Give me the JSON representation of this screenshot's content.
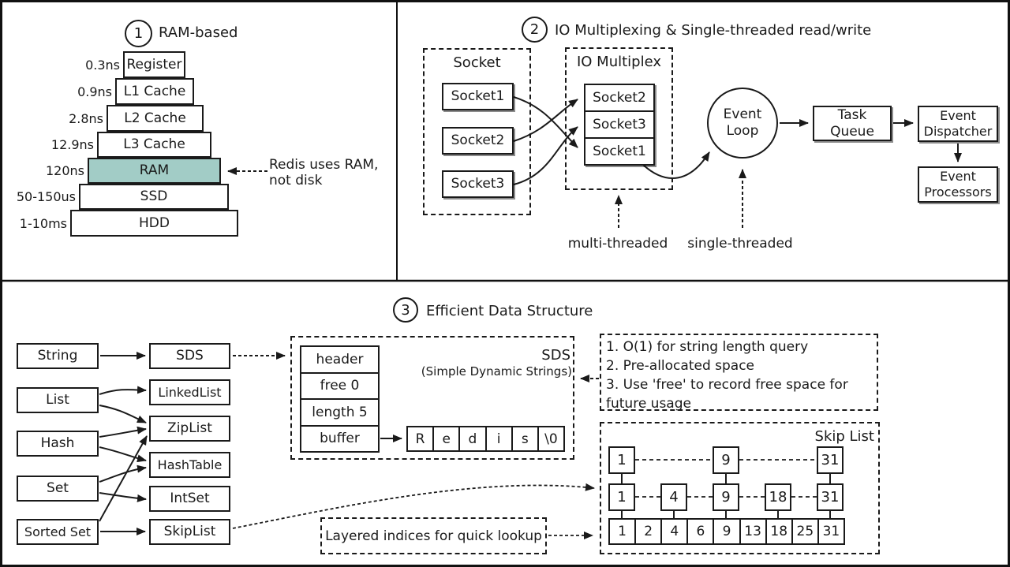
{
  "colors": {
    "line": "#1a1a1a",
    "ram_fill": "#a2ccc6",
    "background": "#ffffff"
  },
  "section1": {
    "badge": "1",
    "title": "RAM-based",
    "layers": [
      {
        "time": "0.3ns",
        "label": "Register"
      },
      {
        "time": "0.9ns",
        "label": "L1 Cache"
      },
      {
        "time": "2.8ns",
        "label": "L2 Cache"
      },
      {
        "time": "12.9ns",
        "label": "L3 Cache"
      },
      {
        "time": "120ns",
        "label": "RAM"
      },
      {
        "time": "50-150us",
        "label": "SSD"
      },
      {
        "time": "1-10ms",
        "label": "HDD"
      }
    ],
    "annotation": "Redis uses RAM, not disk"
  },
  "section2": {
    "badge": "2",
    "title": "IO Multiplexing & Single-threaded read/write",
    "socket_group_label": "Socket",
    "sockets": [
      "Socket1",
      "Socket2",
      "Socket3"
    ],
    "multiplex_group_label": "IO Multiplex",
    "multiplex_sockets": [
      "Socket2",
      "Socket3",
      "Socket1"
    ],
    "event_loop": "Event Loop",
    "task_queue": "Task Queue",
    "event_dispatcher": "Event Dispatcher",
    "event_processors": "Event Processors",
    "multi_threaded_label": "multi-threaded",
    "single_threaded_label": "single-threaded"
  },
  "section3": {
    "badge": "3",
    "title": "Efficient Data Structure",
    "types": [
      "String",
      "List",
      "Hash",
      "Set",
      "Sorted Set"
    ],
    "structs": [
      "SDS",
      "LinkedList",
      "ZipList",
      "HashTable",
      "IntSet",
      "SkipList"
    ],
    "sds_label": "SDS",
    "sds_sublabel": "(Simple Dynamic Strings)",
    "sds_fields": [
      "header",
      "free 0",
      "length 5",
      "buffer"
    ],
    "buffer_cells": [
      "R",
      "e",
      "d",
      "i",
      "s",
      "\\0"
    ],
    "notes": [
      "1. O(1) for string length query",
      "2. Pre-allocated space",
      "3. Use 'free' to record free space for future usage"
    ],
    "skiplist_label": "Skip List",
    "skiplist_levels": {
      "top": [
        "1",
        "9",
        "31"
      ],
      "mid": [
        "1",
        "4",
        "9",
        "18",
        "31"
      ],
      "bottom": [
        "1",
        "2",
        "4",
        "6",
        "9",
        "13",
        "18",
        "25",
        "31"
      ]
    },
    "callout": "Layered indices for quick lookup"
  }
}
